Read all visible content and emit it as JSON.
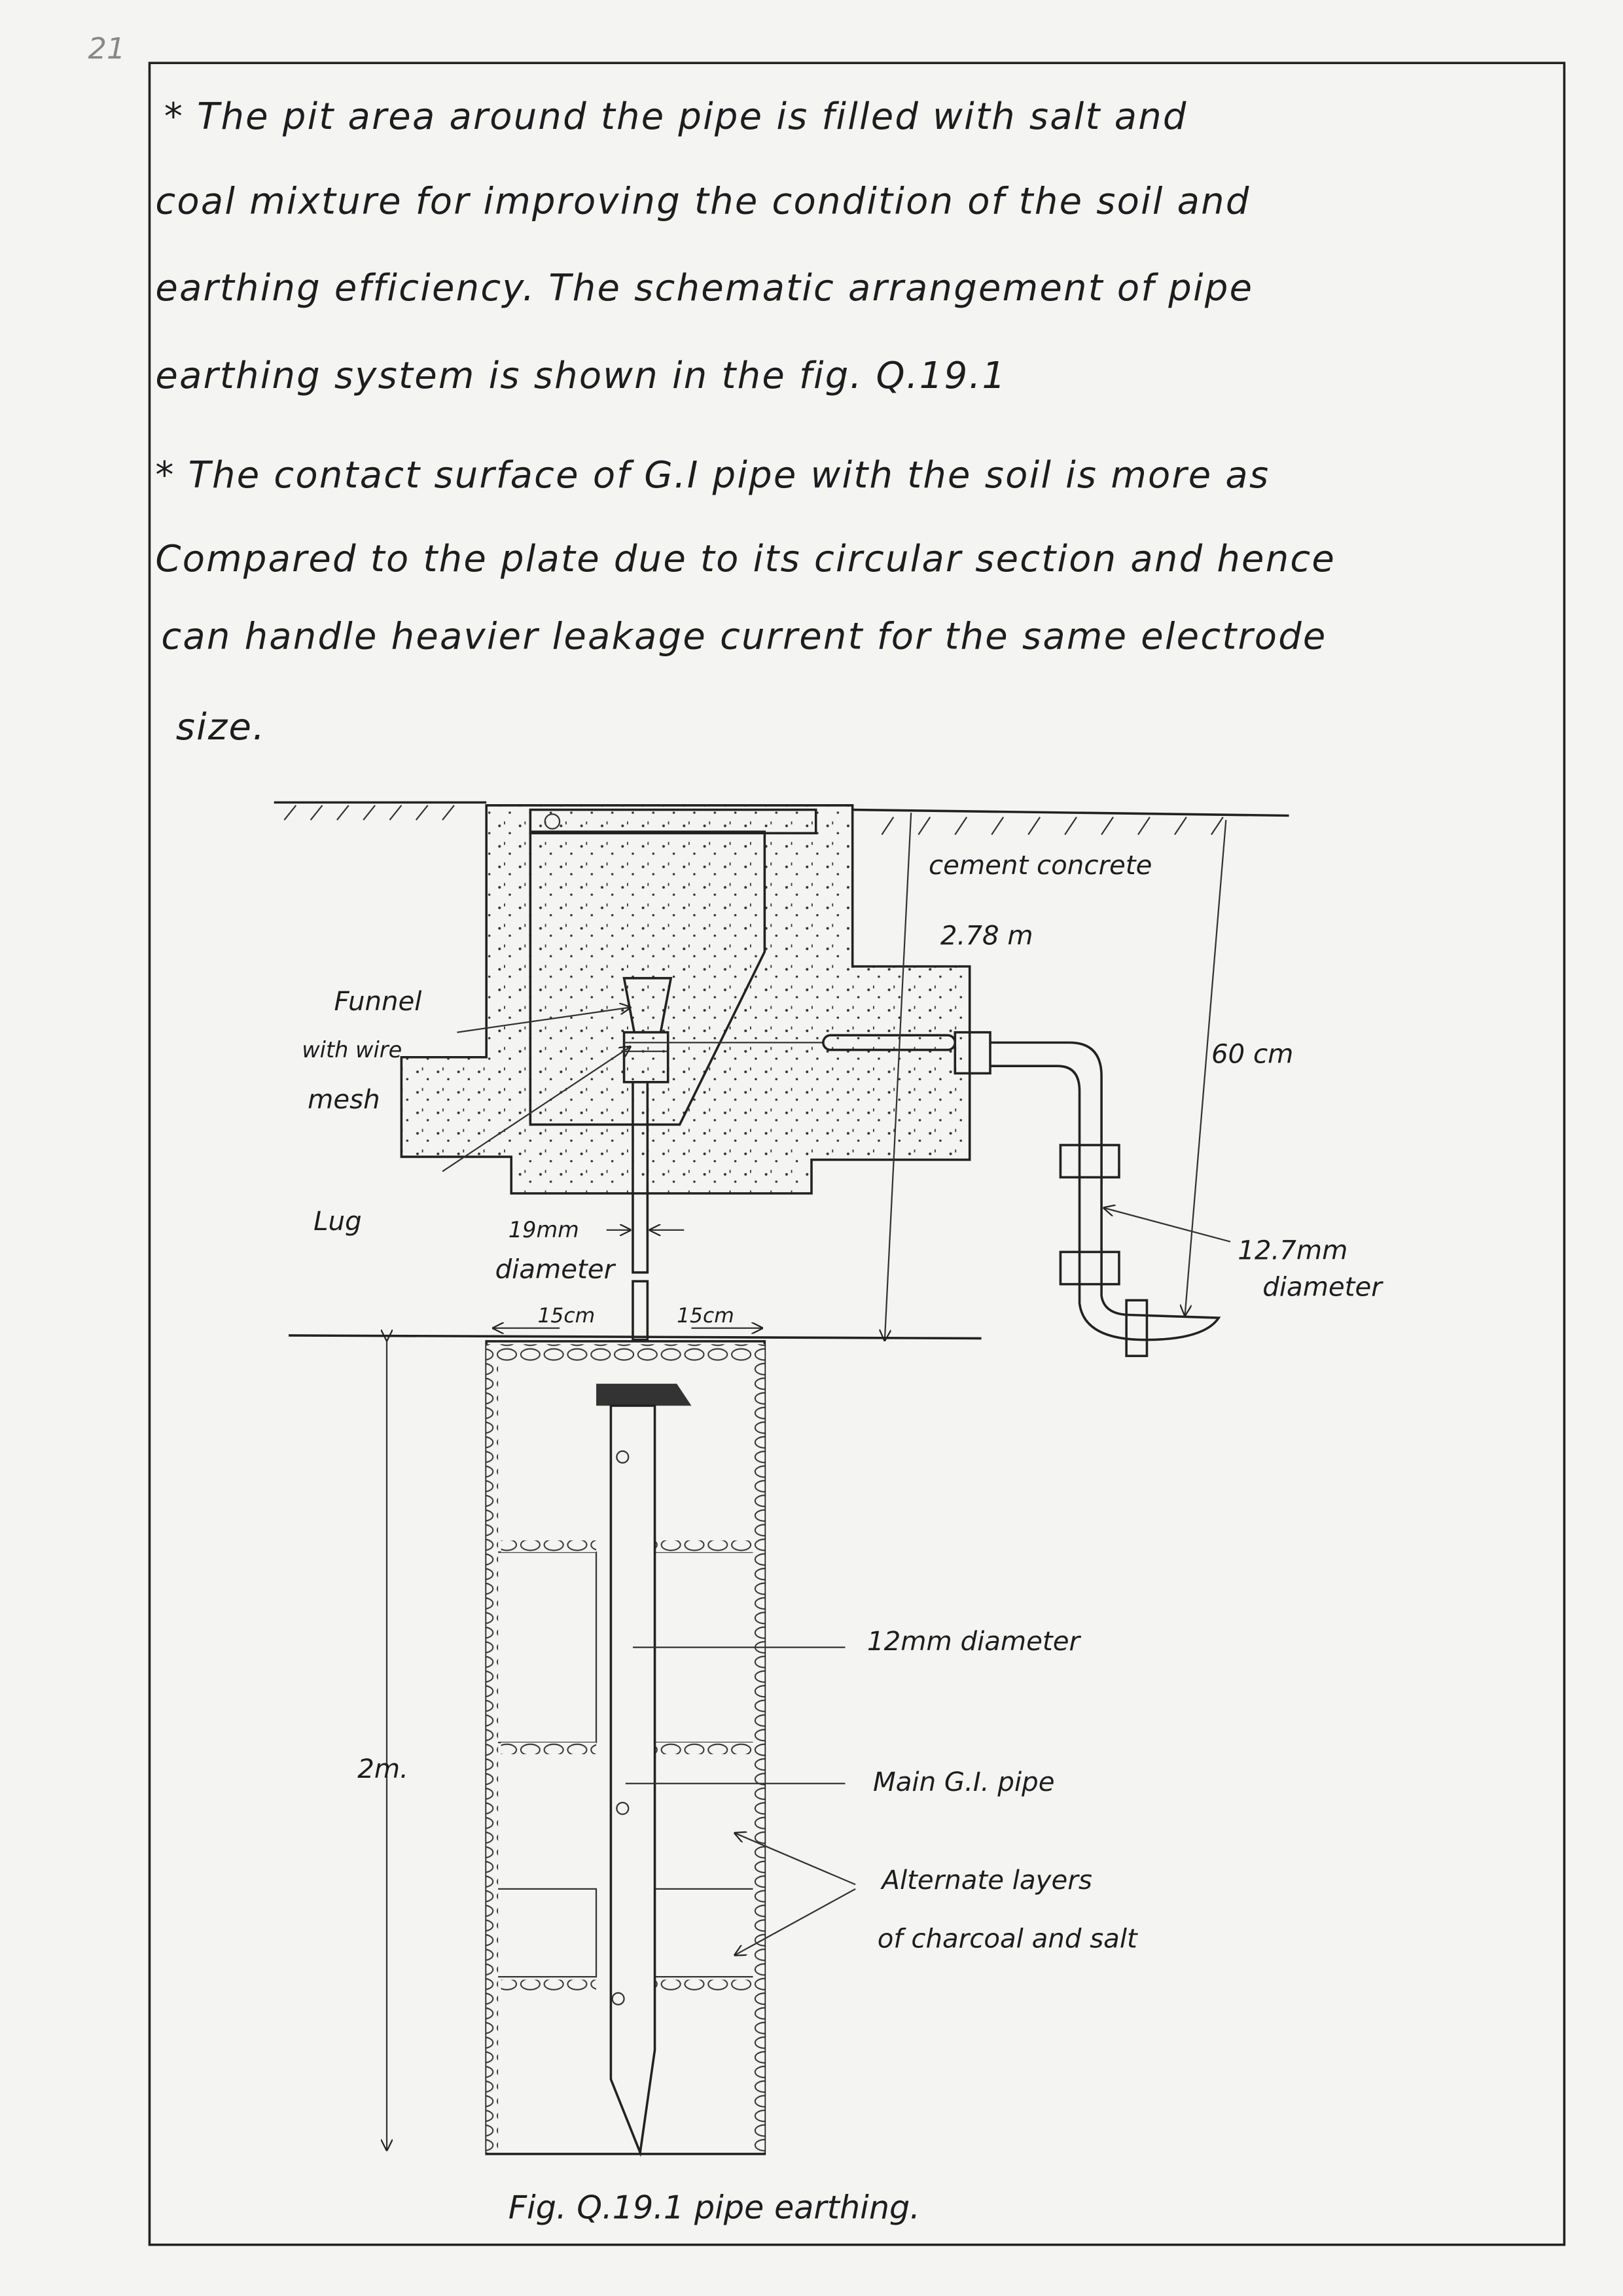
{
  "page_marker": "21",
  "paragraphs": [
    "* The  pit  area  around  the  pipe  is  filled  with  salt  and",
    "coal  mixture  for  improving  the  condition  of  the  soil  and",
    "earthing  efficiency. The  schematic  arrangement  of  pipe",
    "earthing  system  is  shown  in  the  fig. Q.19.1",
    "* The  contact  surface  of G.I  pipe  with  the  soil is  more  as",
    "Compared  to  the  plate  due  to its  circular  section  and  hence",
    "can  handle  heavier  leakage  current  for  the  same  electrode",
    "size."
  ],
  "figure": {
    "labels": {
      "cement_concrete": "cement concrete",
      "depth": "2.78 m",
      "funnel_1": "Funnel",
      "funnel_2": "with wire",
      "funnel_3": "mesh",
      "lug": "Lug",
      "sixty_cm": "60 cm",
      "pipe_19mm": "19mm",
      "diameter_19": "diameter",
      "fifteen_left": "15cm",
      "fifteen_right": "15cm",
      "small_pipe_1": "12.7mm",
      "small_pipe_2": "diameter",
      "twelve_mm": "12mm diameter",
      "two_m": "2m.",
      "main_pipe": "Main G.I. pipe",
      "alt_1": "Alternate layers",
      "alt_2": "of charcoal and salt"
    },
    "caption": "Fig. Q.19.1 pipe earthing."
  }
}
